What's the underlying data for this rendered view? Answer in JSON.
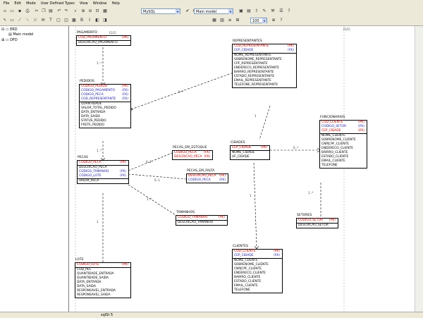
{
  "menu": [
    "File",
    "Edit",
    "Mode",
    "User Defined Types",
    "View",
    "Window",
    "Help"
  ],
  "toolbar": {
    "db_combo": "MySQL",
    "view_combo": "Main model",
    "zoom_combo": "100"
  },
  "tree": {
    "erd_label": "ERD",
    "model_label": "Main model",
    "dfd_label": "DFD"
  },
  "status": {
    "left": "",
    "center": "sqlSt 5"
  },
  "page_label": "[1/1]",
  "entities": {
    "pagamento": {
      "name": "PAGAMENTO",
      "rows": [
        {
          "t": "COD_PAGAMENTO",
          "tag": "(PK)",
          "k": "pk"
        },
        {
          "t": "DESCRICAO_PAGAMENTO",
          "tag": "",
          "k": ""
        }
      ]
    },
    "pedidos": {
      "name": "PEDIDOS",
      "rows": [
        {
          "t": "CODIGO_PEDIDO",
          "tag": "(PK)",
          "k": "pk"
        },
        {
          "t": "CODIGO_PAGAMENTO",
          "tag": "(FK)",
          "k": "fk"
        },
        {
          "t": "CODIGO_PECA",
          "tag": "(FK)",
          "k": "fk"
        },
        {
          "t": "COD_REPRESENTANTE",
          "tag": "(FK)",
          "k": "fk"
        },
        {
          "t": "QUANTIDADE",
          "tag": "",
          "k": ""
        },
        {
          "t": "VALOR_TOTAL_PEDIDO",
          "tag": "",
          "k": ""
        },
        {
          "t": "DATA_ENTRADA",
          "tag": "",
          "k": ""
        },
        {
          "t": "DATA_SAIDA",
          "tag": "",
          "k": ""
        },
        {
          "t": "STATUS_PEDIDO",
          "tag": "",
          "k": ""
        },
        {
          "t": "FRETE_PEDIDO",
          "tag": "",
          "k": ""
        }
      ]
    },
    "representantes": {
      "name": "REPRESENTANTES",
      "rows": [
        {
          "t": "COD_REPRESENTANTE",
          "tag": "(PK)",
          "k": "pk"
        },
        {
          "t": "CEP_CIDADE",
          "tag": "(FK)",
          "k": "fk"
        },
        {
          "t": "NOME_REPRESENTANTE",
          "tag": "",
          "k": ""
        },
        {
          "t": "SOBRENOME_REPRESENTANTE",
          "tag": "",
          "k": ""
        },
        {
          "t": "CPF_REPRESENTANTE",
          "tag": "",
          "k": ""
        },
        {
          "t": "ENDERECO_REPRESENTANTE",
          "tag": "",
          "k": ""
        },
        {
          "t": "BAIRRO_REPRESENTANTE",
          "tag": "",
          "k": ""
        },
        {
          "t": "ESTADO_REPRESENTANTE",
          "tag": "",
          "k": ""
        },
        {
          "t": "EMAIL_REPRESENTANTE",
          "tag": "",
          "k": ""
        },
        {
          "t": "TELEFONE_REPRESENTANTE",
          "tag": "",
          "k": ""
        }
      ]
    },
    "pecas": {
      "name": "PECAS",
      "rows": [
        {
          "t": "CODIGO_PECA",
          "tag": "(PK)",
          "k": "pk"
        },
        {
          "t": "DESCRICAO_PECA",
          "tag": "",
          "k": ""
        },
        {
          "t": "CODIGO_TAMANHO",
          "tag": "(FK)",
          "k": "fk"
        },
        {
          "t": "CODIGO_LOTE",
          "tag": "(FK)",
          "k": "fk"
        },
        {
          "t": "VALOR_PECA",
          "tag": "",
          "k": ""
        }
      ]
    },
    "pecas_em_estoque": {
      "name": "PECAS_EM_ESTOQUE",
      "rows": [
        {
          "t": "CODIGO_PECA",
          "tag": "(FK)",
          "k": "pk"
        },
        {
          "t": "DESCRICAO_PECA",
          "tag": "(FK)",
          "k": "pk"
        }
      ]
    },
    "pecas_em_falta": {
      "name": "PECAS_EM_FALTA",
      "rows": [
        {
          "t": "DESCRICAO_PECA",
          "tag": "(FK)",
          "k": "pk"
        },
        {
          "t": "CODIGO_PECA",
          "tag": "(FK)",
          "k": "fk"
        }
      ]
    },
    "tamanhos": {
      "name": "TAMANHOS",
      "rows": [
        {
          "t": "CODIGO_TAMANHO",
          "tag": "(PK)",
          "k": "pk"
        },
        {
          "t": "DESCRICAO_TAMANHO",
          "tag": "",
          "k": ""
        }
      ]
    },
    "cidades": {
      "name": "CIDADES",
      "rows": [
        {
          "t": "CEP_CIDADE",
          "tag": "(PK)",
          "k": "pk"
        },
        {
          "t": "NOME_CIDADE",
          "tag": "",
          "k": ""
        },
        {
          "t": "UF_CIDADE",
          "tag": "",
          "k": ""
        }
      ]
    },
    "funcionarios": {
      "name": "FUNCIONARIOS",
      "rows": [
        {
          "t": "COD_CLIENTE",
          "tag": "(PK)",
          "k": "pk"
        },
        {
          "t": "CODIGO_SETOR",
          "tag": "(FK)",
          "k": "fk"
        },
        {
          "t": "CEP_CIDADE",
          "tag": "(FK)",
          "k": "pk"
        },
        {
          "t": "NOME_CLIENTE",
          "tag": "",
          "k": ""
        },
        {
          "t": "SOBRENOME_CLIENTE",
          "tag": "",
          "k": ""
        },
        {
          "t": "CNPJCPF_CLIENTE",
          "tag": "",
          "k": ""
        },
        {
          "t": "ENDERECO_CLIENTE",
          "tag": "",
          "k": ""
        },
        {
          "t": "BAIRRO_CLIENTE",
          "tag": "",
          "k": ""
        },
        {
          "t": "ESTADO_CLIENTE",
          "tag": "",
          "k": ""
        },
        {
          "t": "EMAIL_CLIENTE",
          "tag": "",
          "k": ""
        },
        {
          "t": "TELEFONE",
          "tag": "",
          "k": ""
        }
      ]
    },
    "setores": {
      "name": "SETORES",
      "rows": [
        {
          "t": "CODIGO_SETOR",
          "tag": "(PK)",
          "k": "pk"
        },
        {
          "t": "DESCRICAO_SETOR",
          "tag": "",
          "k": ""
        }
      ]
    },
    "clientes": {
      "name": "CLIENTES",
      "rows": [
        {
          "t": "COD_CLIENTE",
          "tag": "(PK)",
          "k": "pk"
        },
        {
          "t": "CEP_CIDADE",
          "tag": "(FK)",
          "k": "fk"
        },
        {
          "t": "NOME_CLIENTE",
          "tag": "",
          "k": ""
        },
        {
          "t": "SOBRENOME_CLIENTE",
          "tag": "",
          "k": ""
        },
        {
          "t": "CNPJCPF_CLIENTE",
          "tag": "",
          "k": ""
        },
        {
          "t": "ENDERECO_CLIENTE",
          "tag": "",
          "k": ""
        },
        {
          "t": "BAIRRO_CLIENTE",
          "tag": "",
          "k": ""
        },
        {
          "t": "ESTADO_CLIENTE",
          "tag": "",
          "k": ""
        },
        {
          "t": "EMAIL_CLIENTE",
          "tag": "",
          "k": ""
        },
        {
          "t": "TELEFONE",
          "tag": "",
          "k": ""
        }
      ]
    },
    "lote": {
      "name": "LOTE",
      "rows": [
        {
          "t": "CODIGO_LOTE",
          "tag": "(PK)",
          "k": "pk"
        },
        {
          "t": "COD_PEC",
          "tag": "",
          "k": ""
        },
        {
          "t": "QUANTIDADE_ENTRADA",
          "tag": "",
          "k": ""
        },
        {
          "t": "QUANTIDADE_SAIDA",
          "tag": "",
          "k": ""
        },
        {
          "t": "DATA_ENTRADA",
          "tag": "",
          "k": ""
        },
        {
          "t": "DATA_SAIDA",
          "tag": "",
          "k": ""
        },
        {
          "t": "RESPONSAVEL_ENTRADA",
          "tag": "",
          "k": ""
        },
        {
          "t": "RESPONSAVEL_SAIDA",
          "tag": "",
          "k": ""
        }
      ]
    }
  },
  "rel_labels": {
    "ped_pag": "1..*",
    "ped_rep": "0..*",
    "rep_cid": "0..*",
    "cid_func": "0..*",
    "func_cli": "1",
    "func_set": "1..*",
    "ped_pec": "1..*",
    "pec_est": "0..1",
    "pec_falta": "0..1",
    "pec_tam": "1..*",
    "pec_lote": "1",
    "rep_ped_one": "1"
  }
}
